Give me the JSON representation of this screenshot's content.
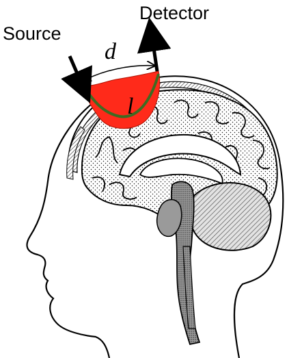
{
  "labels": {
    "source": "Source",
    "detector": "Detector",
    "distance": "d",
    "path_length": "l"
  },
  "colors": {
    "banana_region": "#ff2a1a",
    "photon_path": "#3e6b22",
    "outline": "#000000",
    "brain_fill": "#ffffff",
    "stipple": "#1a1a1a",
    "cerebellum": "#d8d8d8",
    "brainstem": "#7a7a7a",
    "skull_hatch": "#555555"
  },
  "icons": {
    "source_arrow": "arrow-down-right-icon",
    "detector_arrow": "arrow-up-icon",
    "distance_arrow": "double-headed-arrow-icon"
  }
}
